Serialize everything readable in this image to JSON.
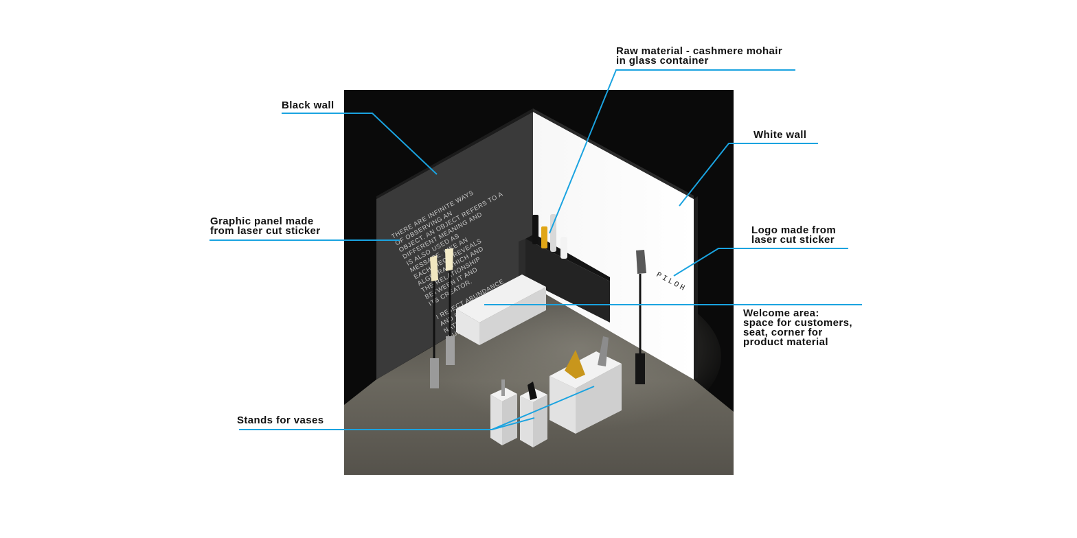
{
  "accent_color": "#1aa3e0",
  "annotations": {
    "black_wall": [
      "Black wall"
    ],
    "raw_material": [
      "Raw material - cashmere mohair",
      "in glass container"
    ],
    "white_wall": [
      "White wall"
    ],
    "graphic_panel": [
      "Graphic panel made",
      "from laser cut sticker"
    ],
    "logo": [
      "Logo made from",
      "laser cut sticker"
    ],
    "welcome_area": [
      "Welcome area:",
      "space for customers,",
      "seat, corner for",
      "product material"
    ],
    "stands": [
      "Stands for vases"
    ]
  },
  "wall_text": [
    "THERE ARE INFINITE WAYS",
    "OF OBSERVING AN",
    "OBJECT. AN OBJECT REFERS TO A",
    "DIFFERENT MEANING AND",
    "IS ALSO USED AS",
    "MESSAGE. LIKE AN",
    "EACH PIECE REVEALS",
    "ALGEBRA WHICH AND",
    "THE RELATIONSHIP",
    "BETWEEN IT AND",
    "ITS CREATOR.",
    "",
    "I REJECT ABUNDANCE",
    "AND EXCESS AND USE",
    "NATURE AS A DESIGN",
    "GUIDE."
  ],
  "logo_text": "PILOH"
}
